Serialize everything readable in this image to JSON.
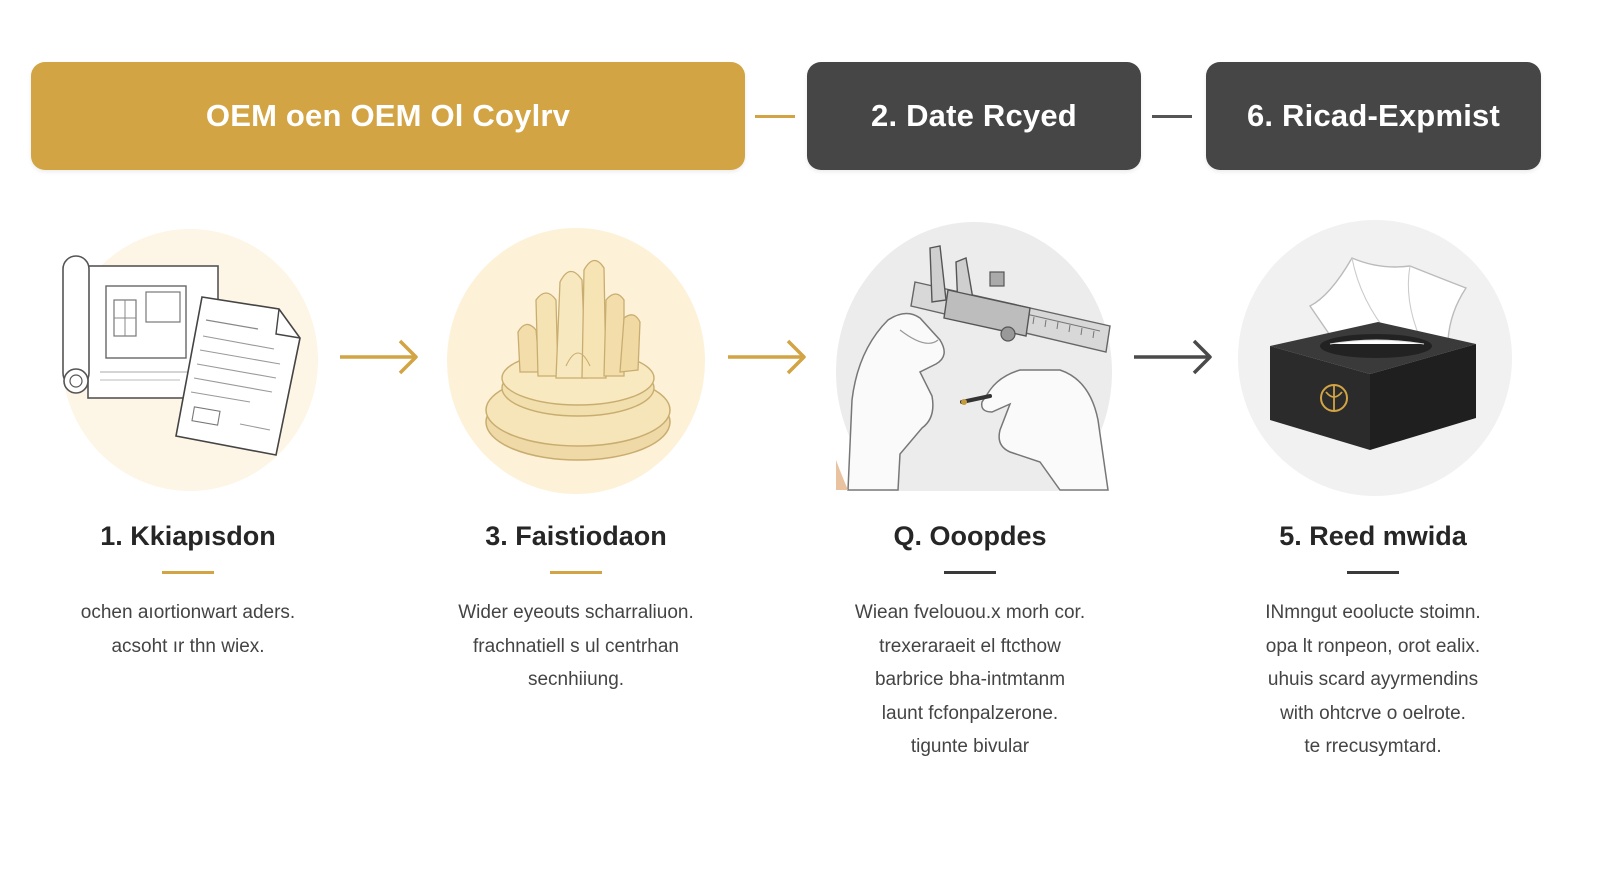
{
  "phases": [
    {
      "label": "OEM oen  OEM Ol Coylrv",
      "color": "#d2a444"
    },
    {
      "label": "2. Date Rcyed",
      "color": "#464646"
    },
    {
      "label": "6. Ricad-Expmist",
      "color": "#464646"
    }
  ],
  "steps": [
    {
      "title": "1. Kkiapısdon",
      "icon": "blueprint-documents-icon",
      "accent": "#d2a444",
      "desc": [
        "ochen aıortionwart aders.",
        "acsoht ır thn wiex."
      ]
    },
    {
      "title": "3. Faistiodaon",
      "icon": "wax-mold-prototype-icon",
      "accent": "#d2a444",
      "desc": [
        "Wider eyeouts scharraliuon.",
        "frachnatiell s ul centrhan",
        "secnhiiung."
      ]
    },
    {
      "title": "Q. Ooopdes",
      "icon": "caliper-measurement-icon",
      "accent": "#3a3a3a",
      "desc": [
        "Wiean fvelouou.x morh cor.",
        "trexeraraeit el ftcthow",
        "barbrice bha-intmtanm",
        "launt fcfonpalzerone.",
        "tigunte bivular"
      ]
    },
    {
      "title": "5. Reed mwida",
      "icon": "tissue-box-icon",
      "accent": "#3a3a3a",
      "desc": [
        "INmngut eoolucte stoimn.",
        "opa lt ronpeon, orot ealix.",
        "uhuis scard ayyrmendins",
        "with ohtcrve o oelrote.",
        "te rrecusymtard."
      ]
    }
  ]
}
